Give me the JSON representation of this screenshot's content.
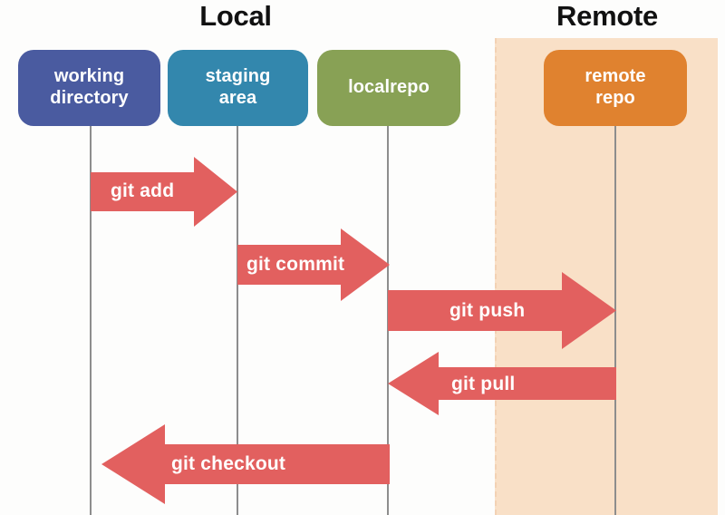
{
  "diagram": {
    "title_local": "Local",
    "title_remote": "Remote",
    "accent_arrow_color": "#e2605f",
    "remote_band_color": "#f9e0c7",
    "lifeline_color": "#8d8d8d"
  },
  "nodes": [
    {
      "id": "working-directory",
      "label": "working\ndirectory",
      "line1": "working",
      "line2": "directory",
      "color": "#4a5ba0",
      "zone": "local"
    },
    {
      "id": "staging-area",
      "label": "staging\narea",
      "line1": "staging",
      "line2": "area",
      "color": "#3387ad",
      "zone": "local"
    },
    {
      "id": "localrepo",
      "label": "localrepo",
      "line1": "localrepo",
      "line2": "",
      "color": "#88a155",
      "zone": "local"
    },
    {
      "id": "remote-repo",
      "label": "remote\nrepo",
      "line1": "remote",
      "line2": "repo",
      "color": "#e0822f",
      "zone": "remote"
    }
  ],
  "arrows": [
    {
      "id": "git-add",
      "label": "git add",
      "from": "working-directory",
      "to": "staging-area",
      "direction": "right"
    },
    {
      "id": "git-commit",
      "label": "git commit",
      "from": "staging-area",
      "to": "localrepo",
      "direction": "right"
    },
    {
      "id": "git-push",
      "label": "git push",
      "from": "localrepo",
      "to": "remote-repo",
      "direction": "right"
    },
    {
      "id": "git-pull",
      "label": "git pull",
      "from": "remote-repo",
      "to": "localrepo",
      "direction": "left"
    },
    {
      "id": "git-checkout",
      "label": "git checkout",
      "from": "localrepo",
      "to": "working-directory",
      "direction": "left"
    }
  ]
}
